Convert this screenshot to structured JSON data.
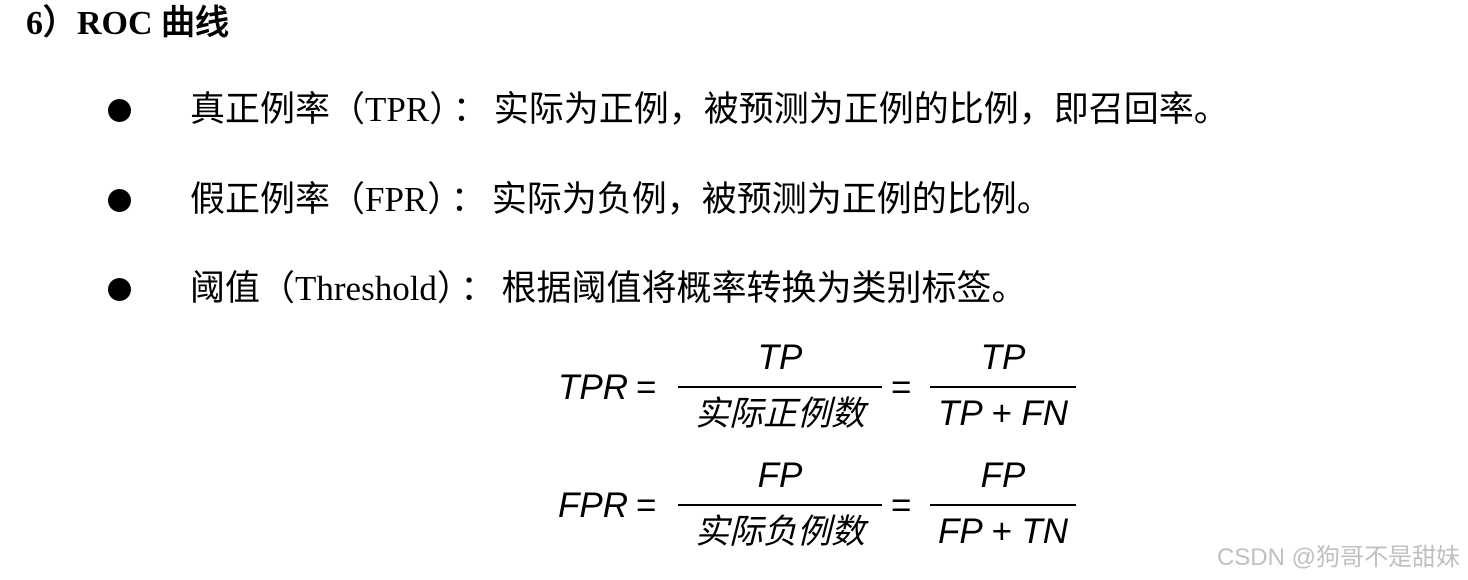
{
  "heading": "6）ROC 曲线",
  "bullets": [
    {
      "term": "真正例率（TPR）",
      "sep": "：",
      "desc": "实际为正例，被预测为正例的比例，即召回率。"
    },
    {
      "term": "假正例率（FPR）",
      "sep": "：",
      "desc": "实际为负例，被预测为正例的比例。"
    },
    {
      "term": "阈值（Threshold）",
      "sep": "：",
      "desc": "根据阈值将概率转换为类别标签。"
    }
  ],
  "formulas": [
    {
      "lhs": "TPR",
      "eq1": "=",
      "frac1": {
        "num": "TP",
        "den": "实际正例数"
      },
      "eq2": "=",
      "frac2": {
        "num": "TP",
        "den": "TP + FN"
      }
    },
    {
      "lhs": "FPR",
      "eq1": "=",
      "frac1": {
        "num": "FP",
        "den": "实际负例数"
      },
      "eq2": "=",
      "frac2": {
        "num": "FP",
        "den": "FP + TN"
      }
    }
  ],
  "watermark": "CSDN @狗哥不是甜妹"
}
